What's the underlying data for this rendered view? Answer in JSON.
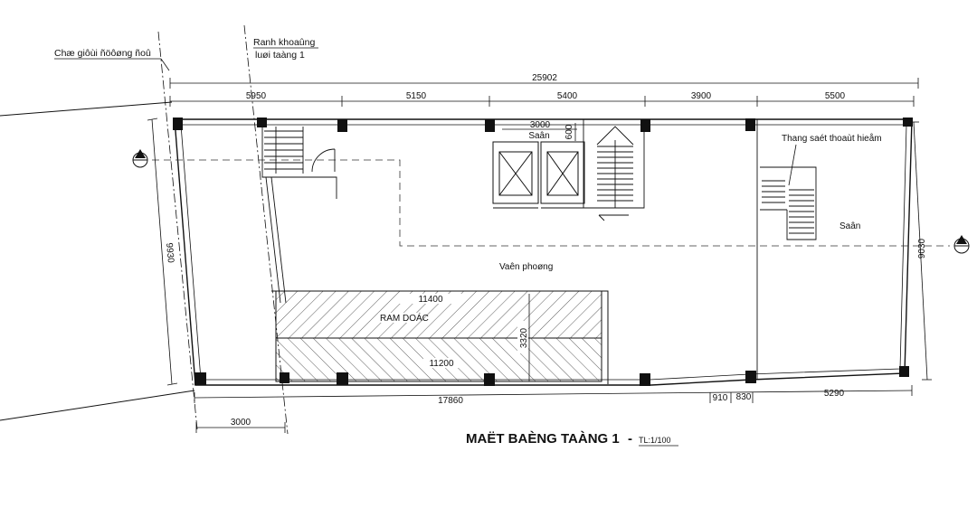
{
  "labels": {
    "lot_boundary": "Chæ giôùi ñöôøng ñoû",
    "grid_limit_line1": "Ranh khoaûng",
    "grid_limit_line2": "luøi taàng 1",
    "stair_label": "Thang saét thoaùt hieåm",
    "san_top": "Saân",
    "san_right": "Saân",
    "office": "Vaên phoøng",
    "ram": "RAM DOÁC",
    "title": "MAËT BAÈNG TAÀNG 1",
    "dash": "-",
    "scale": "TL:1/100"
  },
  "dimensions": {
    "total": "25902",
    "top": [
      "5950",
      "5150",
      "5400",
      "3900",
      "5500"
    ],
    "bottom": [
      "17860",
      "910",
      "830",
      "5290"
    ],
    "left_height": "9930",
    "right_height": "9030",
    "setback": "3000",
    "san_width": "3000",
    "san_depth": "600",
    "ram_top": "11400",
    "ram_bottom": "11200",
    "ram_height": "3320"
  }
}
